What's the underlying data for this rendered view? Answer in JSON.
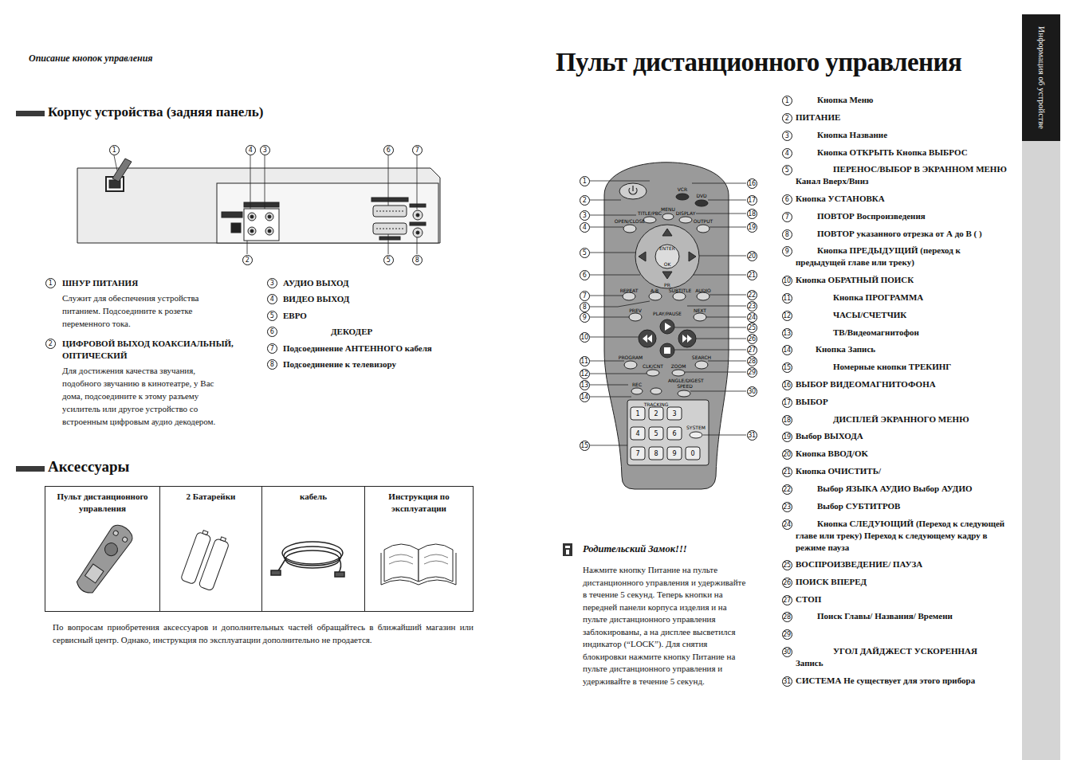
{
  "diagram": {
    "title": "Пульт дистанционного управления",
    "nodes": [
      {
        "text": [
          "Информация об устройстве"
        ]
      },
      {
        "text": [
          "Пульт дистанционного управления"
        ]
      },
      {
        "text": [
          "2 Батарейки"
        ]
      },
      {
        "text": [
          "кабель"
        ]
      },
      {
        "text": [
          "Инструкция по эксплуатации"
        ]
      }
    ],
    "labels": [
      "Описание кнопок управления",
      "Корпус устройства (задняя панель)",
      "1",
      "4",
      "3",
      "6",
      "7",
      "2",
      "5",
      "8",
      "1",
      "ШНУР ПИТАНИЯ",
      "Служит для обеспечения устройства питанием. Подсоедините к розетке переменного тока.",
      "2",
      "ЦИФРОВОЙ ВЫХОД КОАКСИАЛЬНЫЙ, ОПТИЧЕСКИЙ",
      "Для достижения качества звучания, подобного звучанию в кинотеатре, у Вас дома, подсоедините к этому разъему усилитель или другое устройство со встроенным цифровым аудио декодером.",
      "3",
      "АУДИО ВЫХОД",
      "4",
      "ВИДЕО ВЫХОД",
      "5",
      "ЕВРО",
      "6",
      "ДЕКОДЕР",
      "7",
      "Подсоединение АНТЕННОГО кабеля",
      "8",
      "Подсоединение к телевизору",
      "Аксессуары",
      "По вопросам приобретения аксессуаров и дополнительных частей обращайтесь в ближайший магазин или сервисный центр. Однако, инструкция по эксплуатации дополнительно не продается.",
      "1",
      "2",
      "3",
      "4",
      "5",
      "6",
      "7",
      "8",
      "9",
      "10",
      "11",
      "12",
      "13",
      "14",
      "15",
      "16",
      "17",
      "18",
      "19",
      "20",
      "21",
      "22",
      "23",
      "24",
      "25",
      "26",
      "27",
      "28",
      "29",
      "30",
      "31",
      "VCR",
      "DVD",
      "TITLE/PBC",
      "MENU",
      "DISPLAY",
      "OPEN/CLOSE",
      "OUTPUT",
      "ENTER",
      "OK",
      "PR",
      "REPEAT",
      "A-B",
      "SUBTITLE",
      "AUDIO",
      "PREV",
      "PLAY/PAUSE",
      "NEXT",
      "PROGRAM",
      "SEARCH",
      "CLK/CNT",
      "ZOOM",
      "REC",
      "ANGLE/DIGEST SPEED",
      "TRACKING",
      "SYSTEM",
      "1",
      "2",
      "3",
      "4",
      "5",
      "6",
      "7",
      "8",
      "9",
      "0",
      "1",
      "Кнопка Меню",
      "2",
      "ПИТАНИЕ",
      "3",
      "Кнопка Название",
      "4",
      "Кнопка ОТКРЫТЬ Кнопка ВЫБРОС",
      "5",
      "ПЕРЕНОС/ВЫБОР В ЭКРАННОМ МЕНЮ Канал Вверх/Вниз",
      "6",
      "Кнопка УСТАНОВКА",
      "7",
      "ПОВТОР Воспроизведения",
      "8",
      "ПОВТОР указанного отрезка от А до В ( )",
      "9",
      "Кнопка ПРЕДЫДУЩИЙ (переход к предыдущей главе или треку)",
      "10",
      "Кнопка ОБРАТНЫЙ ПОИСК",
      "11",
      "Кнопка ПРОГРАММА",
      "12",
      "ЧАСЫ/СЧЕТЧИК",
      "13",
      "ТВ/Видеомагнитофон",
      "14",
      "Кнопка Запись",
      "15",
      "Номерные кнопки ТРЕКИНГ",
      "16",
      "ВЫБОР ВИДЕОМАГНИТОФОНА",
      "17",
      "ВЫБОР",
      "18",
      "ДИСПЛЕЙ ЭКРАННОГО МЕНЮ",
      "19",
      "Выбор ВЫХОДА",
      "20",
      "Кнопка ВВОД/OK",
      "21",
      "Кнопка ОЧИСТИТЬ/",
      "22",
      "Выбор ЯЗЫКА АУДИО Выбор АУДИО",
      "23",
      "Выбор СУБТИТРОВ",
      "24",
      "Кнопка СЛЕДУЮЩИЙ (Переход к следующей главе или треку) Переход к следующему кадру в режиме пауза",
      "25",
      "ВОСПРОИЗВЕДЕНИЕ/ ПАУЗА",
      "26",
      "ПОИСК ВПЕРЕД",
      "27",
      "СТОП",
      "28",
      "Поиск Главы/ Названия/ Времени",
      "29",
      "30",
      "УГОЛ ДАЙДЖЕСТ УСКОРЕННАЯ Запись",
      "31",
      "СИСТЕМА Не существует для этого прибора",
      "Родительский Замок!!!",
      "Нажмите кнопку Питание на пульте дистанционного управления и удерживайте в течение 5 секунд. Теперь кнопки на передней панели корпуса изделия и на пульте дистанционного управления заблокированы, а на дисплее высветился индикатор (“LOCK”). Для снятия блокировки нажмите кнопку Питание на пульте дистанционного управления и удерживайте в течение 5 секунд."
    ]
  }
}
